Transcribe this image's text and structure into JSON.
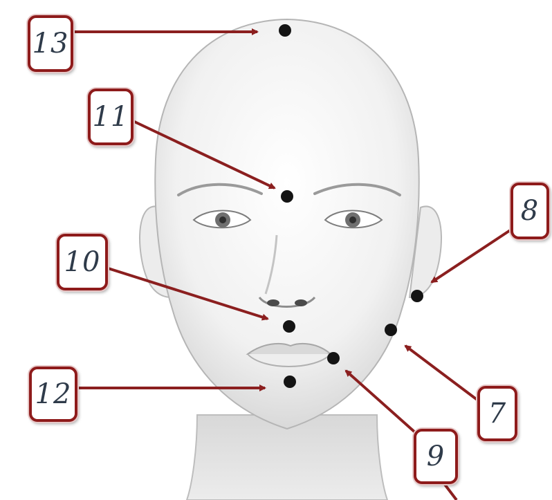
{
  "colors": {
    "frame": "#8e1b1b",
    "arrow": "#8b1f1f",
    "point": "#141414",
    "number_text": "#2f3b4a",
    "face_shade": "#d6d6d6"
  },
  "figure": {
    "description_icon": "face-outline-icon"
  },
  "markers": [
    {
      "id": "13",
      "label": "13"
    },
    {
      "id": "11",
      "label": "11"
    },
    {
      "id": "8",
      "label": "8"
    },
    {
      "id": "10",
      "label": "10"
    },
    {
      "id": "7",
      "label": "7"
    },
    {
      "id": "12",
      "label": "12"
    },
    {
      "id": "9",
      "label": "9"
    }
  ]
}
